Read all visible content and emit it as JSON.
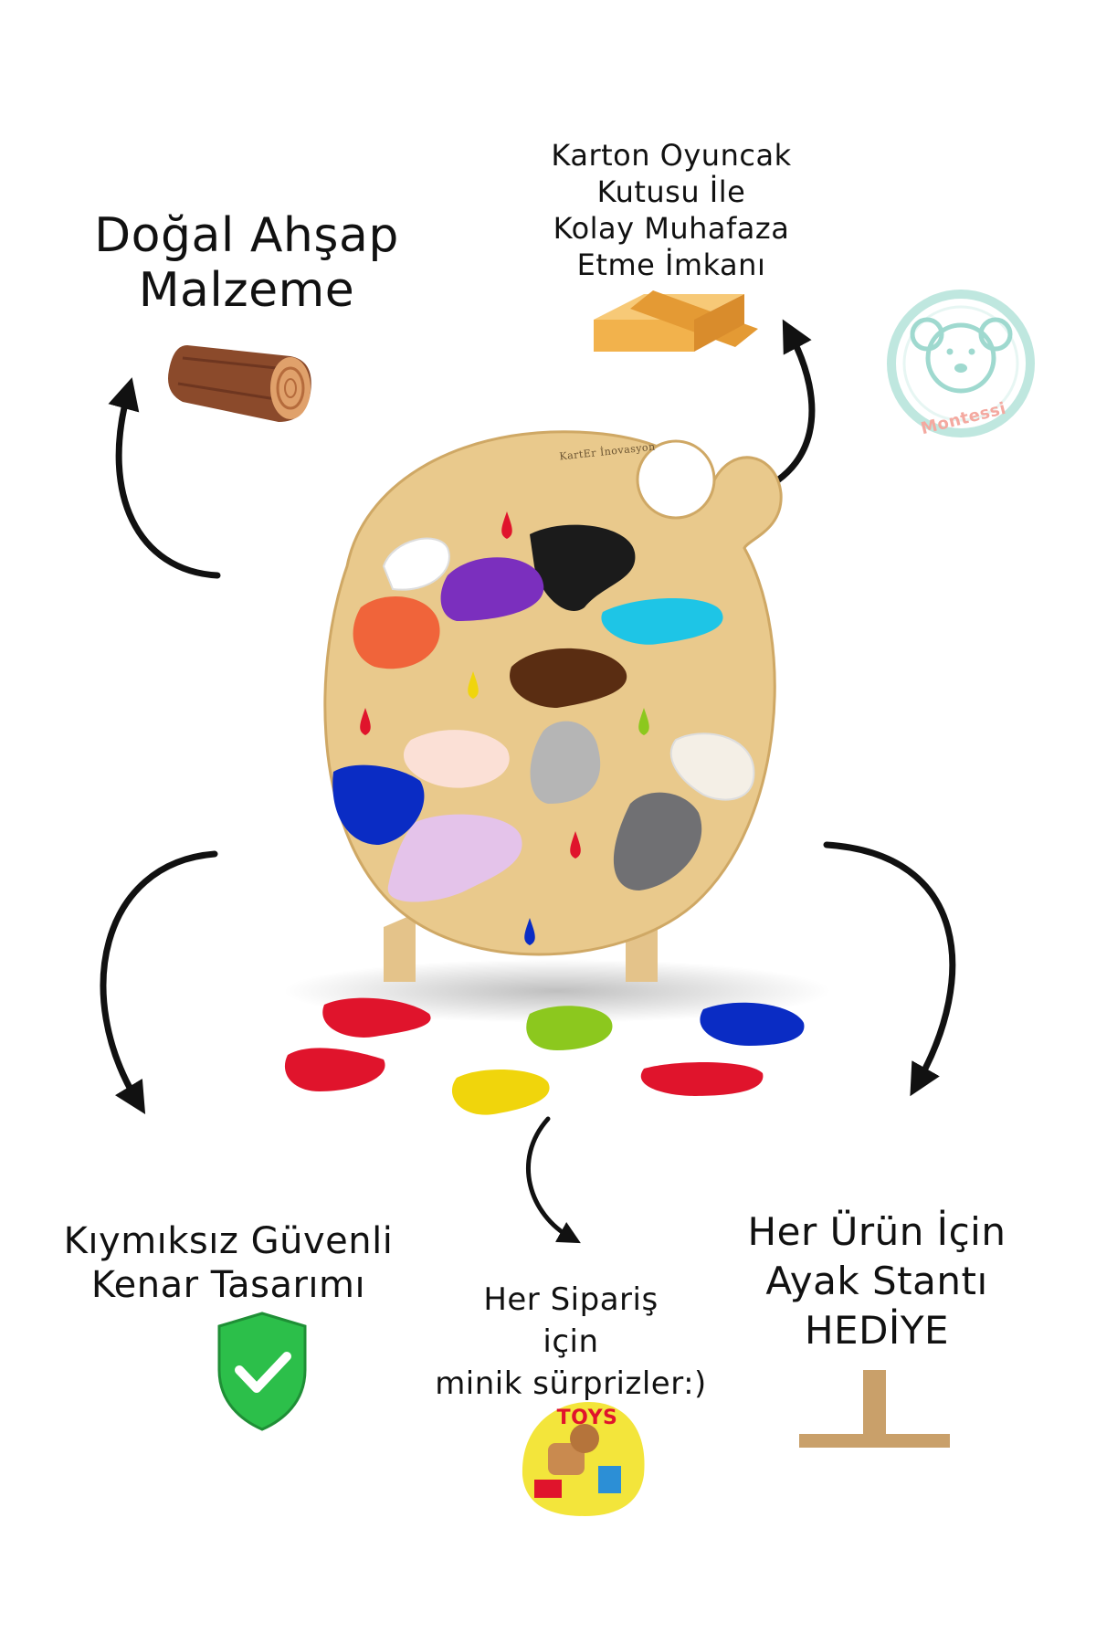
{
  "features": {
    "natural_wood": {
      "line1": "Doğal Ahşap",
      "line2": "Malzeme",
      "icon": "wood-log-icon"
    },
    "box": {
      "line1": "Karton Oyuncak",
      "line2": "Kutusu İle",
      "line3": "Kolay Muhafaza",
      "line4": "Etme İmkanı",
      "icon": "cardboard-box-icon"
    },
    "safe_edge": {
      "line1": "Kıymıksız Güvenli",
      "line2": "Kenar Tasarımı",
      "icon": "shield-check-icon"
    },
    "surprise": {
      "line1": "Her Sipariş",
      "line2": "için",
      "line3": "minik sürprizler:)",
      "icon": "toys-badge-icon"
    },
    "stand": {
      "line1": "Her Ürün İçin",
      "line2": "Ayak Stantı",
      "line3": "HEDİYE",
      "icon": "stand-icon"
    }
  },
  "product": {
    "brand_engraving": "KartEr İnovasyon",
    "toys_badge_text": "TOYS"
  },
  "logo": {
    "text": "Montessi"
  },
  "colors": {
    "wood": "#e9c98c",
    "accent_green": "#2cbf4a",
    "logo_teal": "#9fd9cf",
    "logo_pink": "#f4a9a0"
  }
}
